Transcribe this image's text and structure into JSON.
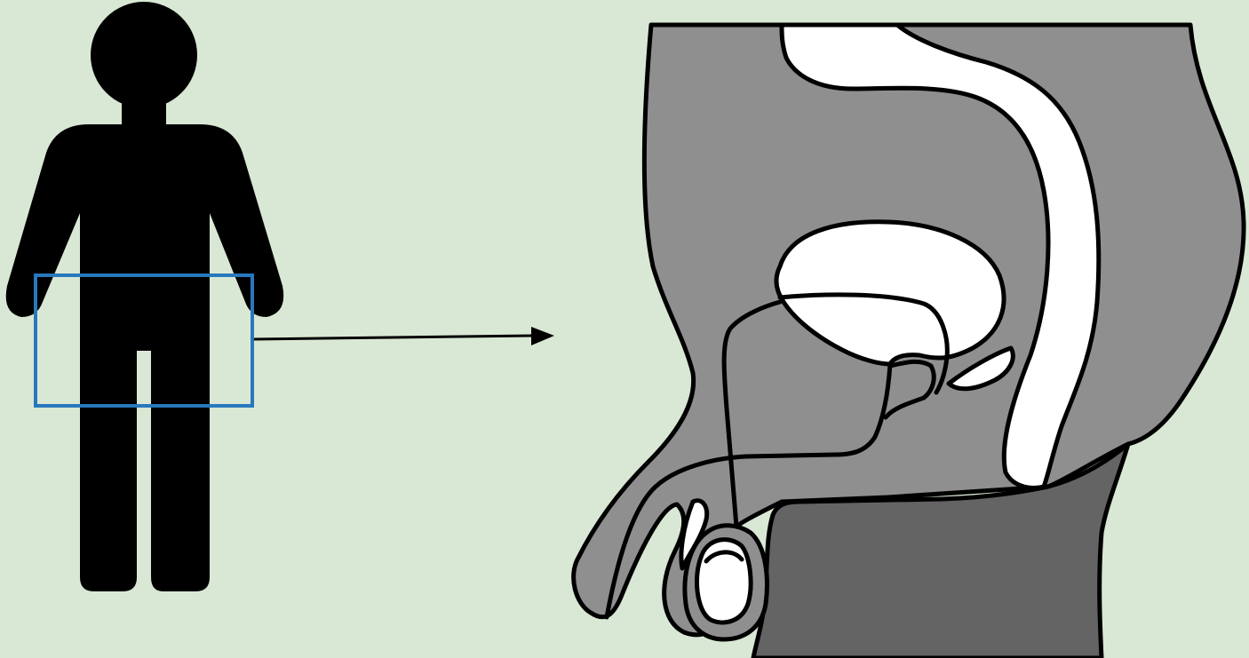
{
  "diagram": {
    "kind": "anatomical-illustration",
    "panels": [
      {
        "id": "figure",
        "content": "human-silhouette-icon"
      },
      {
        "id": "detail",
        "content": "pelvic-cross-section"
      }
    ],
    "highlight": {
      "shape": "rectangle",
      "region": "pelvis"
    },
    "connector": {
      "type": "arrow",
      "direction": "right"
    }
  },
  "colors": {
    "background": "#d9e8d4",
    "silhouette": "#000000",
    "highlight_box": "#2878bd",
    "tissue": "#8f8f8f",
    "tissue_dark": "#646464",
    "cavity": "#ffffff",
    "outline": "#000000",
    "arrow": "#000000"
  }
}
